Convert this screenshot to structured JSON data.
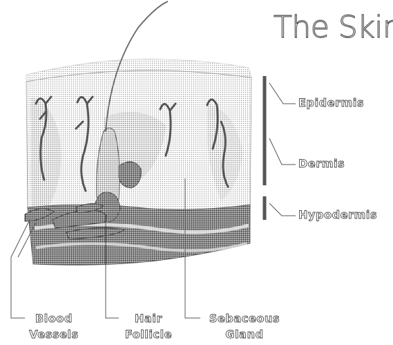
{
  "title": "The Skin",
  "layers": [
    {
      "label": "Epidermis"
    },
    {
      "label": "Dermis"
    },
    {
      "label": "Hypodermis"
    }
  ],
  "structures": [
    {
      "line1": "Blood",
      "line2": "Vessels"
    },
    {
      "line1": "Hair",
      "line2": "Follicle"
    },
    {
      "line1": "Sebaceous",
      "line2": "Gland"
    }
  ],
  "colors": {
    "outline": "#4a4a4a",
    "dermis_fill": "#d8d8d8",
    "hypodermis_fill": "#8c8c8c",
    "vessel_fill": "#777777"
  }
}
